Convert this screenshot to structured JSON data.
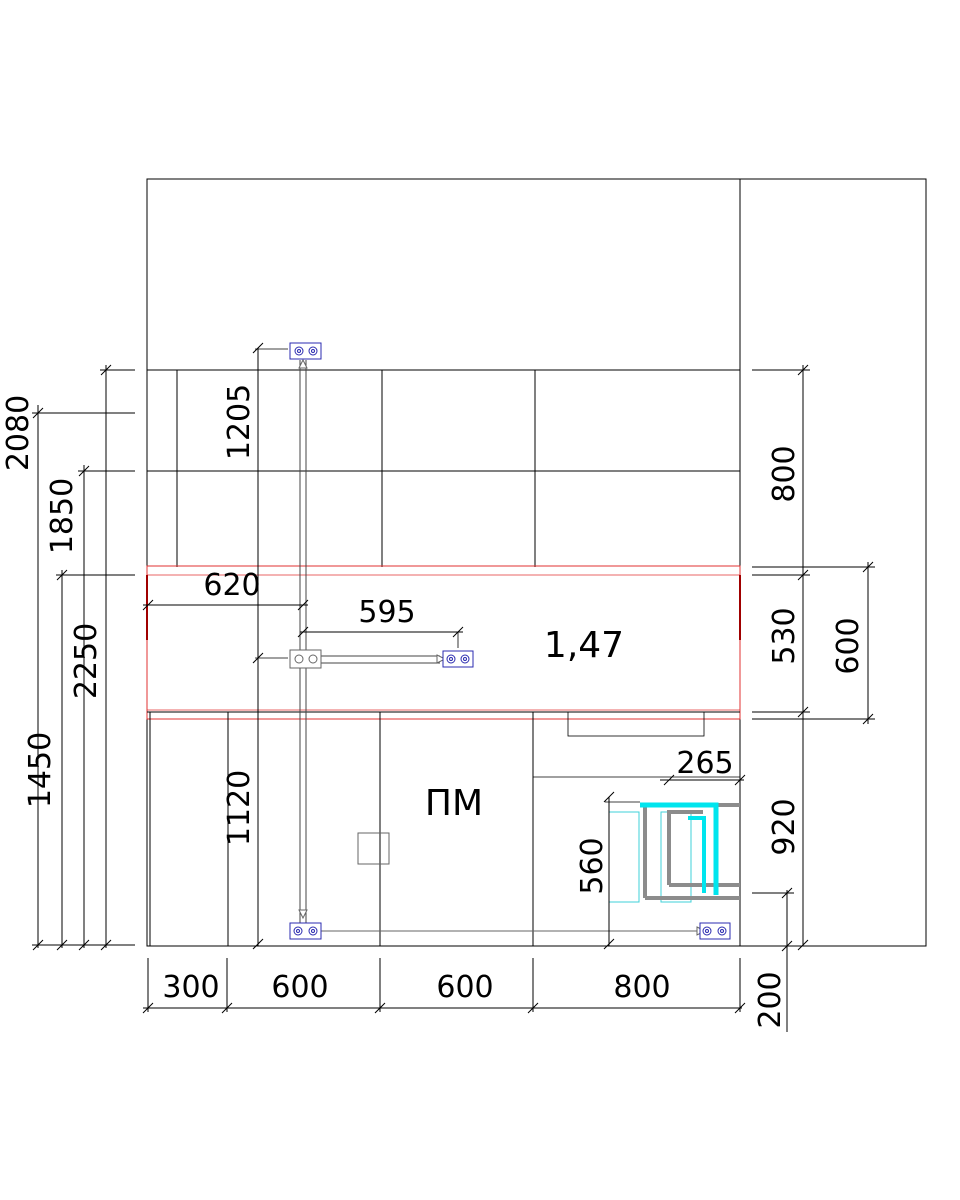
{
  "drawing": {
    "dims_bottom": [
      "300",
      "600",
      "600",
      "800",
      "200"
    ],
    "dims_left": [
      "2080",
      "1850",
      "2250",
      "1450"
    ],
    "dims_right": [
      "800",
      "530",
      "600",
      "920"
    ],
    "dims_inner": {
      "upper_vertical": "1205",
      "lower_vertical": "1120",
      "offset_620": "620",
      "offset_595": "595",
      "offset_265": "265",
      "height_560": "560"
    },
    "labels": {
      "backsplash_area": "1,47",
      "appliance": "ПМ"
    },
    "colors": {
      "lines": "#000000",
      "backsplash_outline": "#e03030",
      "socket": "#2b2bb0",
      "pipe_hot": "#00e5ee",
      "pipe_gray": "#8c8c8c",
      "pipe_outline": "#3fd0d8"
    }
  }
}
